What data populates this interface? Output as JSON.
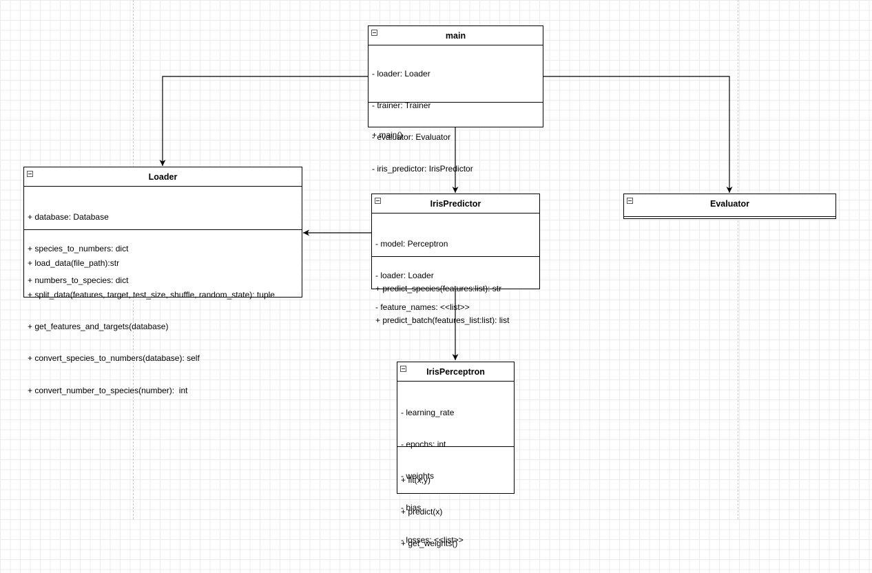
{
  "diagram": {
    "classes": {
      "main": {
        "name": "main",
        "attributes": [
          "- loader: Loader",
          "- trainer: Trainer",
          "- evaluator: Evaluator",
          "- iris_predictor: IrisPredictor"
        ],
        "methods": [
          "+ main()"
        ]
      },
      "loader": {
        "name": "Loader",
        "attributes": [
          "+ database: Database",
          "+ species_to_numbers: dict",
          "+ numbers_to_species: dict"
        ],
        "methods": [
          "+ load_data(file_path):str",
          "+ split_data(features, target, test_size, shuffle, random_state): tuple",
          "+ get_features_and_targets(database)",
          "+ convert_species_to_numbers(database): self",
          "+ convert_number_to_species(number):  int"
        ]
      },
      "iris_predictor": {
        "name": "IrisPredictor",
        "attributes": [
          "- model: Perceptron",
          "- loader: Loader",
          "- feature_names: <<list>>"
        ],
        "methods": [
          "+ predict_species(features:list): str",
          "+ predict_batch(features_list:list): list"
        ]
      },
      "evaluator": {
        "name": "Evaluator",
        "attributes": [],
        "methods": []
      },
      "iris_perceptron": {
        "name": "IrisPerceptron",
        "attributes": [
          "- learning_rate",
          "- epochs: int",
          "- weights",
          "- bias",
          "- losses: <<list>>"
        ],
        "methods": [
          "+ fit(x,y)",
          "+ predict(x)",
          "+ get_weights()"
        ]
      }
    },
    "associations": [
      {
        "from": "main",
        "to": "Loader"
      },
      {
        "from": "main",
        "to": "IrisPredictor"
      },
      {
        "from": "main",
        "to": "Evaluator"
      },
      {
        "from": "IrisPredictor",
        "to": "Loader"
      },
      {
        "from": "IrisPredictor",
        "to": "IrisPerceptron"
      }
    ],
    "colors": {
      "line": "#000000",
      "grid": "#ececec",
      "page_break": "#c9c9c9"
    }
  }
}
